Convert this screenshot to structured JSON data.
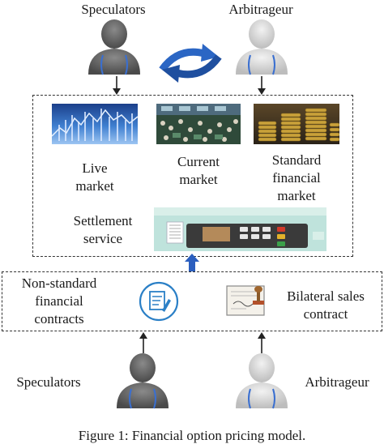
{
  "top": {
    "speculators_label": "Speculators",
    "arbitrageur_label": "Arbitrageur"
  },
  "markets": {
    "live": [
      "Live",
      "market"
    ],
    "current": [
      "Current",
      "market"
    ],
    "standard": [
      "Standard",
      "financial",
      "market"
    ]
  },
  "settlement": [
    "Settlement",
    "service"
  ],
  "contracts": {
    "non_standard": [
      "Non-standard",
      "financial",
      "contracts"
    ],
    "bilateral": [
      "Bilateral sales",
      "contract"
    ]
  },
  "bottom": {
    "speculators_label": "Speculators",
    "arbitrageur_label": "Arbitrageur"
  },
  "caption": "Figure 1: Financial option pricing model."
}
